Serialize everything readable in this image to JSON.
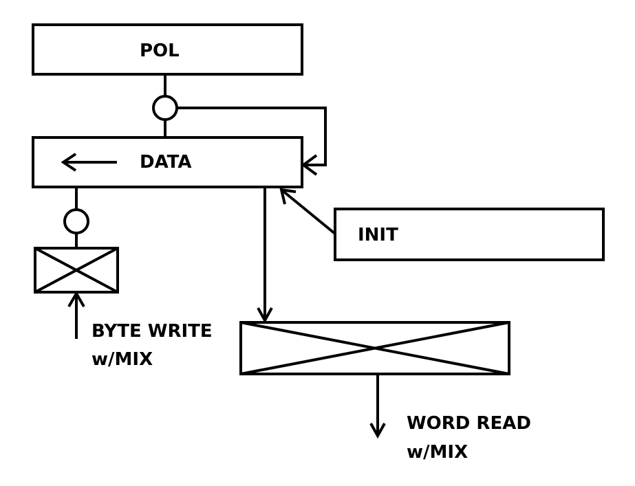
{
  "diagram": {
    "blocks": {
      "pol": "POL",
      "data": "DATA",
      "init": "INIT"
    },
    "annotations": {
      "byte_write_line1": "BYTE WRITE",
      "byte_write_line2": "w/MIX",
      "word_read_line1": "WORD READ",
      "word_read_line2": "w/MIX"
    },
    "colors": {
      "stroke": "#000000",
      "background": "#ffffff"
    }
  }
}
